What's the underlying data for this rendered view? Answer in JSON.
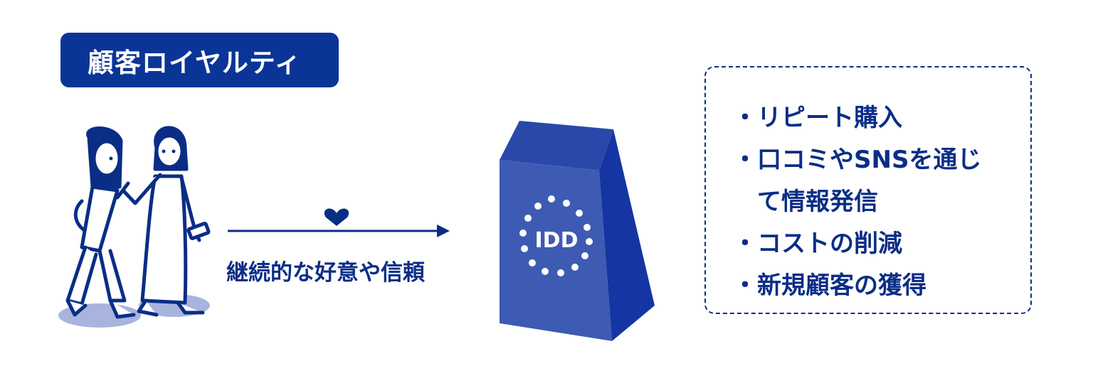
{
  "title": "顧客ロイヤルティ",
  "flow_label": "継続的な好意や信頼",
  "benefits": [
    "リピート購入",
    "口コミやSNSを通じ",
    "て情報発信",
    "コストの削減",
    "新規顧客の獲得"
  ],
  "bullet": "・",
  "bag_logo_text": "IDD",
  "colors": {
    "navy": "#0a3597",
    "navy_text": "#0a2d86",
    "bag_front": "#3d5bb3",
    "bag_side": "#1535a2",
    "bag_top": "#2a48aa",
    "shadow": "#a8b4de"
  },
  "icons": [
    "heart-icon",
    "arrow-right-icon",
    "people-illustration",
    "shopping-bag-icon"
  ]
}
